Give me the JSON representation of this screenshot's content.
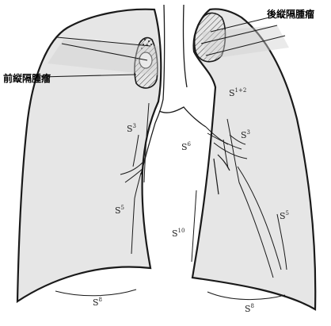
{
  "labels": {
    "posterior_tumor": "後縦隔腫瘤",
    "anterior_tumor": "前縦隔腫瘤"
  },
  "segments": {
    "right_s3": {
      "base": "S",
      "sup": "3"
    },
    "right_s5": {
      "base": "S",
      "sup": "5"
    },
    "right_s8": {
      "base": "S",
      "sup": "8"
    },
    "left_s1_2": {
      "base": "S",
      "sup": "1+2"
    },
    "left_s3": {
      "base": "S",
      "sup": "3"
    },
    "left_s6": {
      "base": "S",
      "sup": "6"
    },
    "left_s5": {
      "base": "S",
      "sup": "5"
    },
    "left_s10": {
      "base": "S",
      "sup": "10"
    },
    "left_s8": {
      "base": "S",
      "sup": "8"
    }
  },
  "colors": {
    "lung_fill": "#e6e6e6",
    "outline": "#1a1a1a",
    "background": "#ffffff"
  }
}
